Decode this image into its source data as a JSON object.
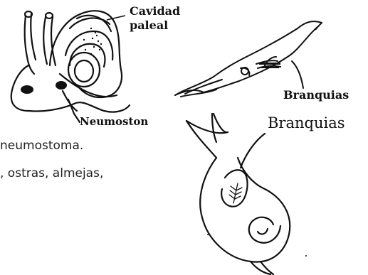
{
  "snail_figure": {
    "label_mantle_cavity_line1": "Cavidad",
    "label_mantle_cavity_line2": "paleal",
    "label_pneumostome": "Neumoston"
  },
  "squid_figure": {
    "label_gills": "Branquias"
  },
  "aquatic_snail_figure": {
    "label_gills": "Branquias"
  },
  "text_fragments": {
    "line1": "neumostoma.",
    "line2": ", ostras, almejas,"
  },
  "colors": {
    "ink": "#111111",
    "background": "#ffffff"
  }
}
